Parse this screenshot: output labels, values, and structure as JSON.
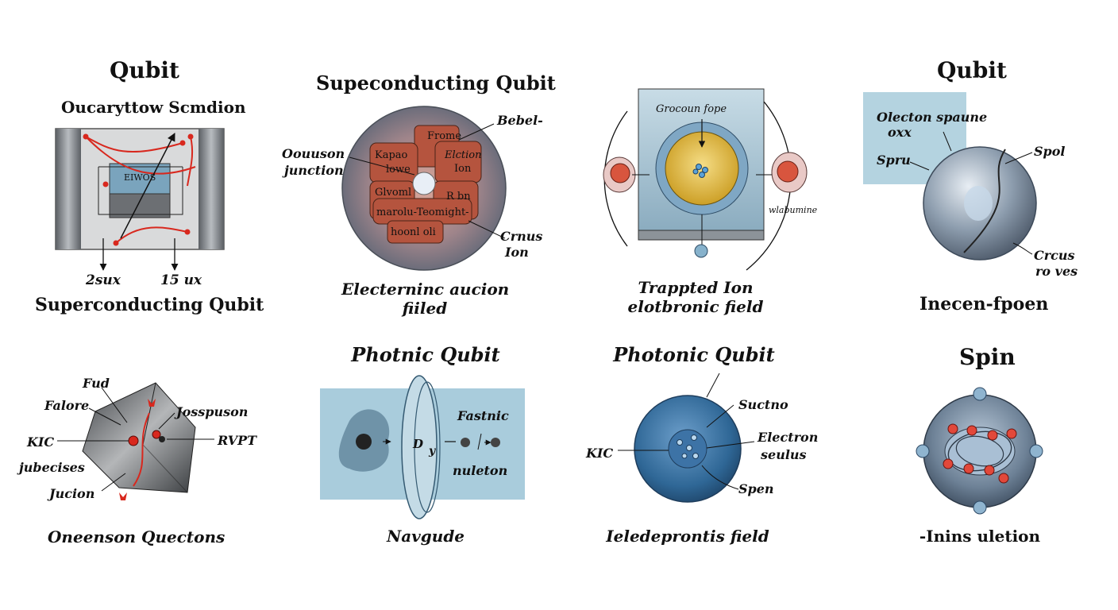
{
  "panels": {
    "p1": {
      "title": "Qubit",
      "subtitle": "Oucaryttow Scmdion",
      "inner_label": "EIWOS",
      "label_left": "2sux",
      "label_right": "15 ux",
      "caption": "Superconducting Qubit"
    },
    "p2": {
      "title": "Supeconducting Qubit",
      "label_bebel": "Bebel-",
      "label_oouuson": "Oouuson",
      "label_junction": "junction",
      "lobe_frome": "Frome",
      "lobe_kapao": "Kapao",
      "lobe_lowe": "lowe",
      "lobe_elction": "Elction",
      "lobe_ion": "Ion",
      "lobe_glvoml": "Glvoml",
      "lobe_rbn": "R bn",
      "lobe_marolu": "marolu-Teomight-",
      "lobe_hoonl": "hoonl oli",
      "label_crnus": "Crnus",
      "label_ion2": "Ion",
      "caption_line1": "Electerninc aucion",
      "caption_line2": "fiiled"
    },
    "p3": {
      "label_top": "Grocoun fope",
      "label_side": "wlabumine",
      "caption_line1": "Trappted Ion",
      "caption_line2": "elotbronic field"
    },
    "p4": {
      "title": "Qubit",
      "box_line1": "Olecton spaune",
      "box_line2": "oxx",
      "label_spru": "Spru",
      "label_spol": "Spol",
      "label_crcus": "Crcus",
      "label_roves": "ro ves",
      "caption": "Inecen-fpoen"
    },
    "p5": {
      "label_fud": "Fud",
      "label_falore": "Falore",
      "label_jossp": "Josspuson",
      "label_kic": "KIC",
      "label_rvpt": "RVPT",
      "label_jubecises": "jubecises",
      "label_jucion": "Jucion",
      "caption": "Oneenson Quectons"
    },
    "p6": {
      "title": "Photnic Qubit",
      "label_fastnic": "Fastnic",
      "label_nuleton": "nuleton",
      "label_d": "D",
      "label_y": "y",
      "caption": "Navgude"
    },
    "p7": {
      "title": "Photonic Qubit",
      "label_suctno": "Suctno",
      "label_electron": "Electron",
      "label_seulus": "seulus",
      "label_kic": "KIC",
      "label_spen": "Spen",
      "caption": "Ieledeprontis field"
    },
    "p8": {
      "title": "Spin",
      "caption": "-Inins uletion"
    }
  },
  "colors": {
    "accent_red": "#d8281e",
    "steel_blue": "#4f7faa",
    "light_blue": "#a9ccdc",
    "copper": "#b5543e",
    "gold": "#e2b83c"
  }
}
